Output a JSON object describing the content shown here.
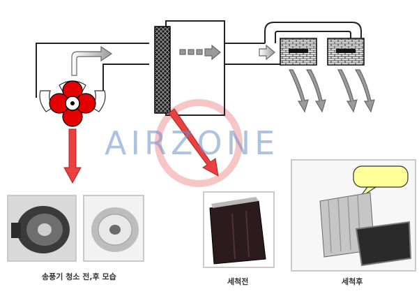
{
  "watermark": {
    "text": "AIRZONE",
    "color": "#6b8fc7",
    "ring_color": "#e45a5a"
  },
  "captions": {
    "blower": "송풍기 청소 전,후 모습",
    "evap_before": "세척전",
    "evap_after": "세척후"
  },
  "colors": {
    "arrow_red": "#e8413f",
    "fan_red": "#e40000",
    "line_gray": "#222222"
  }
}
